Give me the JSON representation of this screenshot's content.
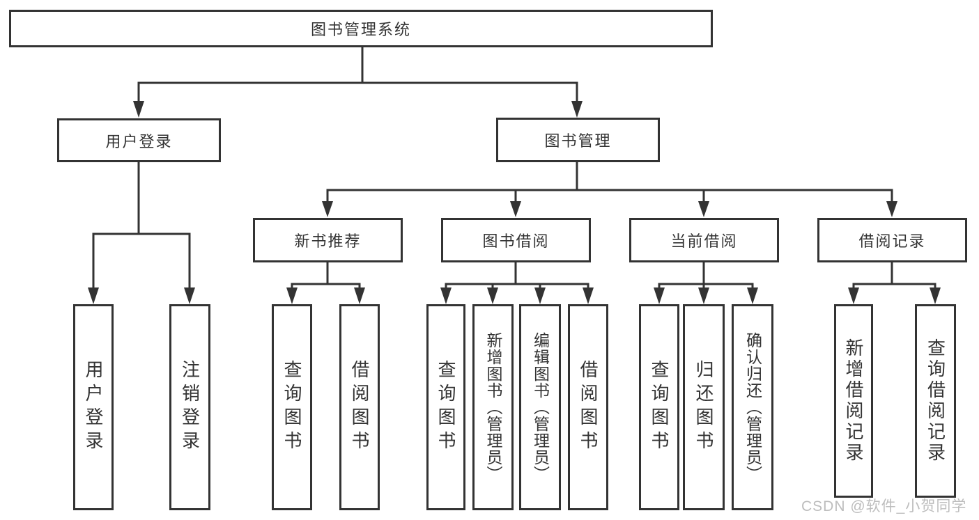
{
  "tree": {
    "root": "图书管理系统",
    "branches": [
      {
        "label": "用户登录",
        "leaves": [
          "用户登录",
          "注销登录"
        ]
      },
      {
        "label": "图书管理",
        "sections": [
          {
            "label": "新书推荐",
            "leaves": [
              "查询图书",
              "借阅图书"
            ]
          },
          {
            "label": "图书借阅",
            "leaves": [
              "查询图书",
              "新增图书（管理员）",
              "编辑图书（管理员）",
              "借阅图书"
            ]
          },
          {
            "label": "当前借阅",
            "leaves": [
              "查询图书",
              "归还图书",
              "确认归还（管理员）"
            ]
          },
          {
            "label": "借阅记录",
            "leaves": [
              "新增借阅记录",
              "查询借阅记录"
            ]
          }
        ]
      }
    ]
  },
  "watermark": "CSDN @软件_小贺同学",
  "colors": {
    "line": "#333333",
    "text": "#333333",
    "watermark": "#bdbdbd",
    "background": "#ffffff"
  }
}
